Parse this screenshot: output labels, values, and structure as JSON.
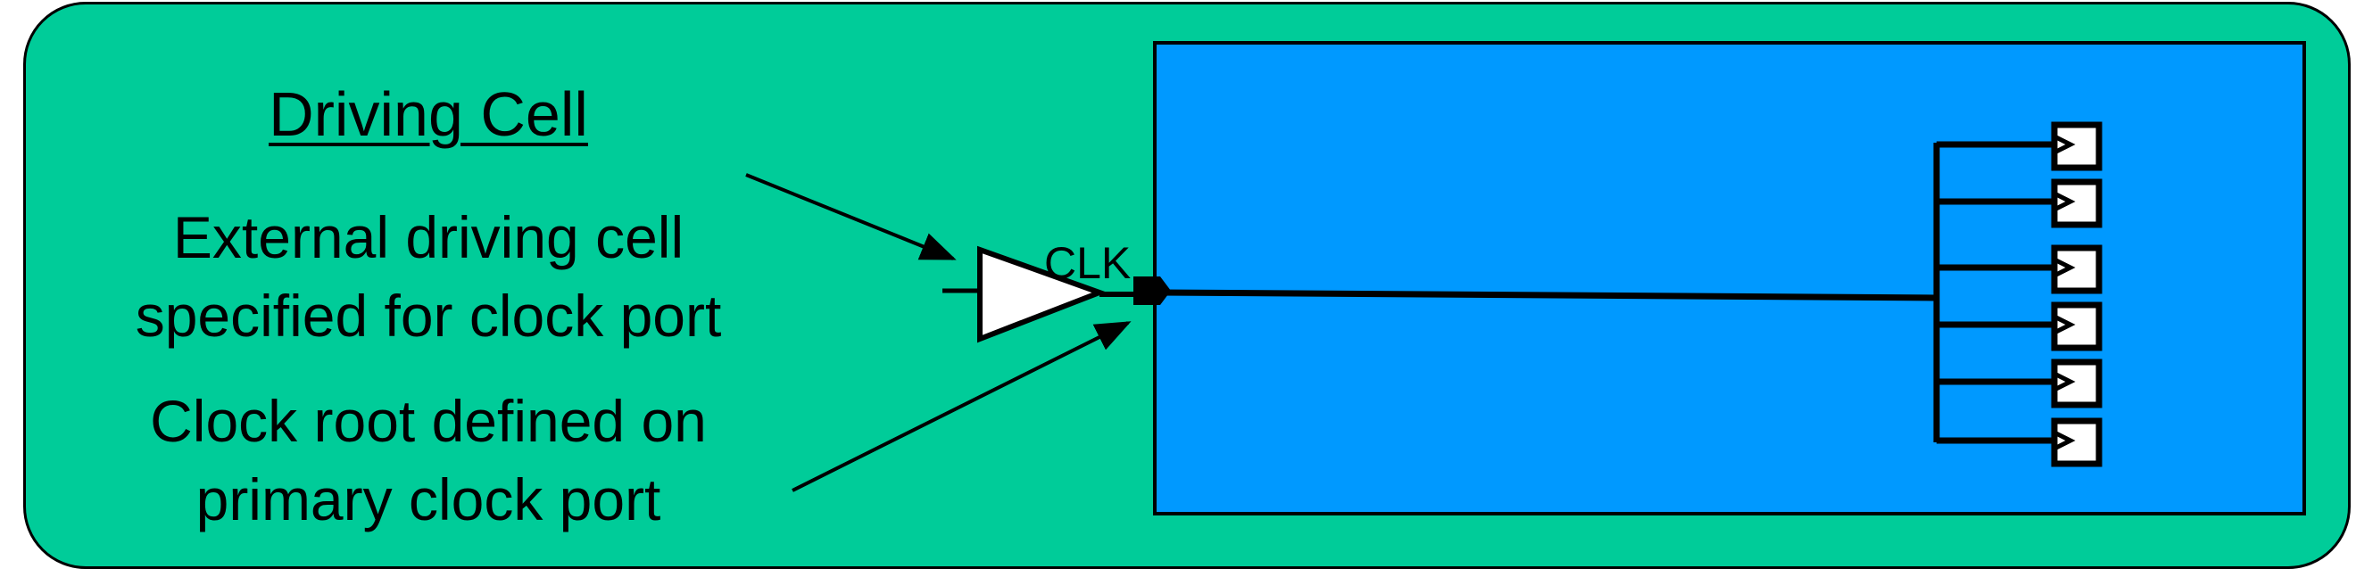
{
  "driving_cell": {
    "heading": "Driving Cell",
    "description_line1": "External driving cell",
    "description_line2": "specified for clock port"
  },
  "clock_root": {
    "line1": "Clock root defined on",
    "line2": "primary clock port"
  },
  "port": {
    "label": "CLK"
  },
  "colors": {
    "background": "#00CC99",
    "chip": "#0099FF",
    "register": "#FFFFFF",
    "line": "#000000"
  },
  "icons": [
    "buffer-icon",
    "port-pin-icon",
    "flip-flop-icon"
  ]
}
